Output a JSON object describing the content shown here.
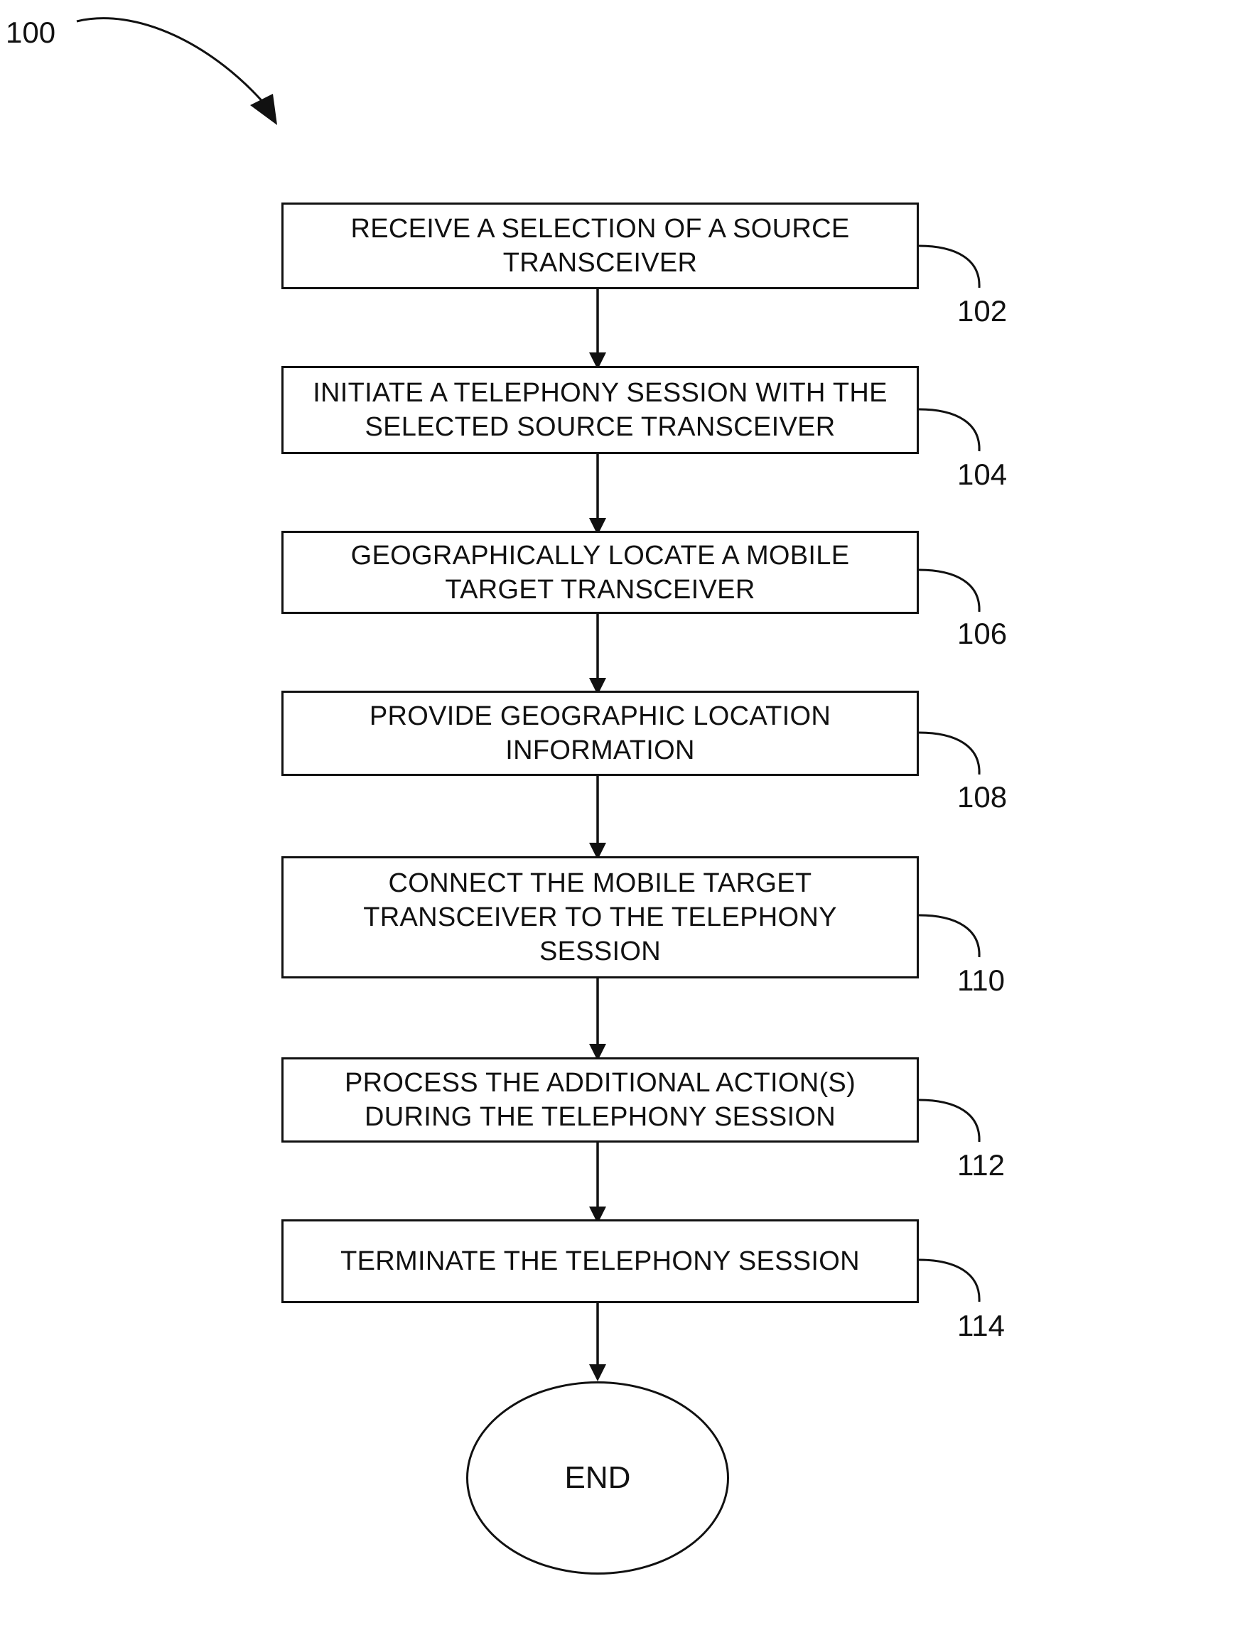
{
  "figure_ref": "100",
  "steps": [
    {
      "ref": "102",
      "text": "RECEIVE A SELECTION OF A SOURCE\nTRANSCEIVER"
    },
    {
      "ref": "104",
      "text": "INITIATE A TELEPHONY SESSION WITH THE\nSELECTED SOURCE TRANSCEIVER"
    },
    {
      "ref": "106",
      "text": "GEOGRAPHICALLY LOCATE A MOBILE\nTARGET TRANSCEIVER"
    },
    {
      "ref": "108",
      "text": "PROVIDE GEOGRAPHIC LOCATION\nINFORMATION"
    },
    {
      "ref": "110",
      "text": "CONNECT THE MOBILE TARGET\nTRANSCEIVER TO THE TELEPHONY\nSESSION"
    },
    {
      "ref": "112",
      "text": "PROCESS THE ADDITIONAL ACTION(S)\nDURING THE TELEPHONY SESSION"
    },
    {
      "ref": "114",
      "text": "TERMINATE THE TELEPHONY SESSION"
    }
  ],
  "end_label": "END"
}
